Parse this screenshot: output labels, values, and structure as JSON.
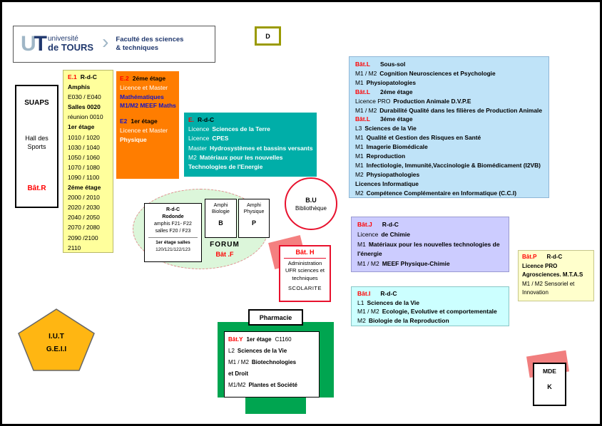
{
  "colors": {
    "label_red": "#FF0000",
    "brand_blue": "#20386E",
    "e1_yellow": "#FFFF9C",
    "e2_orange": "#FF7D00",
    "e_teal": "#00AEA8",
    "batL_blue": "#BFE3F8",
    "batJ_lavender": "#CCCCFF",
    "batP_yellow": "#FFFFCC",
    "batI_cyan": "#CCFFFF",
    "forum_green": "#DCF6DA",
    "batY_green": "#00A550",
    "iut_orange": "#FFB612",
    "mde_pink": "#F17E7E",
    "bu_circle_red": "#E8112D"
  },
  "logo": {
    "u": "U",
    "t": "T",
    "universite": "université",
    "de_tours": "de TOURS",
    "divider": "›",
    "faculty_line1": "Faculté des sciences",
    "faculty_line2": "& techniques"
  },
  "d_box": {
    "label": "D"
  },
  "suaps": {
    "title": "SUAPS",
    "line1": "Hall des",
    "line2": "Sports",
    "bat": "Bât.R"
  },
  "e1": {
    "code": "E.1",
    "floor": "R-d-C",
    "lines": [
      "Amphis",
      "E030 / E040",
      "Salles 0020",
      "réunion 0010",
      "1er étage",
      "1010 / 1020",
      "1030 / 1040",
      "1050 / 1060",
      "1070 / 1080",
      "1090 / 1100",
      "2éme étage",
      "2000 / 2010",
      "2020 / 2030",
      "2040 / 2050",
      "2070 / 2080",
      "2090 /2100",
      "2110"
    ]
  },
  "e2": {
    "code": "E.2",
    "floor": "2éme étage",
    "lm1": "Licence et Master",
    "maths": "Mathématiques",
    "meef": "M1/M2 MEEF Maths",
    "code2": "E2",
    "floor2": "1er étage",
    "lm2": "Licence et Master",
    "physique": "Physique"
  },
  "e": {
    "code": "E.",
    "floor": "R-d-C",
    "rows": [
      {
        "pre": "Licence",
        "text": "Sciences de la Terre"
      },
      {
        "pre": "Licence",
        "text": "CPES"
      },
      {
        "pre": "Master",
        "text": "Hydrosystèmes et bassins versants"
      },
      {
        "pre": "M2",
        "text": "Matériaux pour les nouvelles"
      },
      {
        "pre": "",
        "text": "Technologies de l'Energie"
      }
    ]
  },
  "batL": {
    "rows": [
      {
        "code": "Bât.L",
        "title": "Sous-sol"
      },
      {
        "pre": "M1 / M2",
        "text": "Cognition Neurosciences et Psychologie"
      },
      {
        "pre": "M1",
        "text": "Physiopatologies"
      },
      {
        "code": "Bât.L",
        "title": "2éme étage"
      },
      {
        "pre": "Licence PRO",
        "text": "Production Animale D.V.P.E"
      },
      {
        "pre": "M1 / M2",
        "text": "Durabilité Qualité dans les filières de Production Animale"
      },
      {
        "code": "Bât.L",
        "title": "3éme étage"
      },
      {
        "pre": "L3",
        "text": "Sciences de la Vie"
      },
      {
        "pre": "M1",
        "text": "Qualité et Gestion des Risques en Santé"
      },
      {
        "pre": "M1",
        "text": "Imagerie Biomédicale"
      },
      {
        "pre": "M1",
        "text": "Reproduction"
      },
      {
        "pre": "M1",
        "text": "Infectiologie, Immunité,Vaccinologie & Biomédicament (I2VB)"
      },
      {
        "pre": "M2",
        "text": "Physiopathologies"
      },
      {
        "pre": "",
        "text": "Licences Informatique"
      },
      {
        "pre": "M2",
        "text": "Compétence Complémentaire en Informatique (C.C.I)"
      }
    ]
  },
  "bu": {
    "title": "B.U",
    "subtitle": "Bibliothèque"
  },
  "forum": {
    "floor": "R-d-C",
    "name": "Rodonde",
    "line1": "amphis F21- F22",
    "line2": "salles F20 / F23",
    "line3": "1er étage salles",
    "line4": "120/121/122/123",
    "label": "FORUM",
    "bat": "Bât .F"
  },
  "amphiB": {
    "title": "Amphi Biologie",
    "letter": "B"
  },
  "amphiP": {
    "title": "Amphi Physique",
    "letter": "P"
  },
  "batH": {
    "code": "Bât. H",
    "lines": [
      "Administration",
      "UFR sciences et",
      "techniques",
      "SCOLARITE"
    ]
  },
  "batJ": {
    "code": "Bât.J",
    "floor": "R-d-C",
    "rows": [
      {
        "pre": "Licence",
        "text": "de Chimie"
      },
      {
        "pre": "M1",
        "text": "Matériaux pour les nouvelles technologies de"
      },
      {
        "pre": "",
        "text": "l'énergie"
      },
      {
        "pre": "M1 / M2",
        "text": "MEEF Physique-Chimie"
      }
    ]
  },
  "batP": {
    "code": "Bât.P",
    "floor": "R-d-C",
    "lines": [
      "Licence PRO",
      "Agrosciences. M.T.A.S",
      "M1 / M2 Sensoriel et",
      "Innovation"
    ]
  },
  "batI": {
    "code": "Bât.I",
    "floor": "R-d-C",
    "rows": [
      {
        "pre": "L1",
        "text": "Sciences de la Vie"
      },
      {
        "pre": "M1 / M2",
        "text": "Ecologie, Evolutive et comportementale"
      },
      {
        "pre": "M2",
        "text": "Biologie de la Reproduction"
      }
    ]
  },
  "iut": {
    "line1": "I.U.T",
    "line2": "G.E.I.I"
  },
  "pharmacie": {
    "label": "Pharmacie"
  },
  "batY": {
    "code": "Bât.Y",
    "floor": "1er étage",
    "room": "C1160",
    "rows": [
      {
        "pre": "L2",
        "text": "Sciences de la Vie"
      },
      {
        "pre": "M1 / M2",
        "text": "Biotechnologies"
      },
      {
        "pre": "",
        "text": "et Droit"
      },
      {
        "pre": "M1/M2",
        "text": "Plantes et Société"
      }
    ]
  },
  "mde": {
    "title": "MDE",
    "letter": "K"
  }
}
